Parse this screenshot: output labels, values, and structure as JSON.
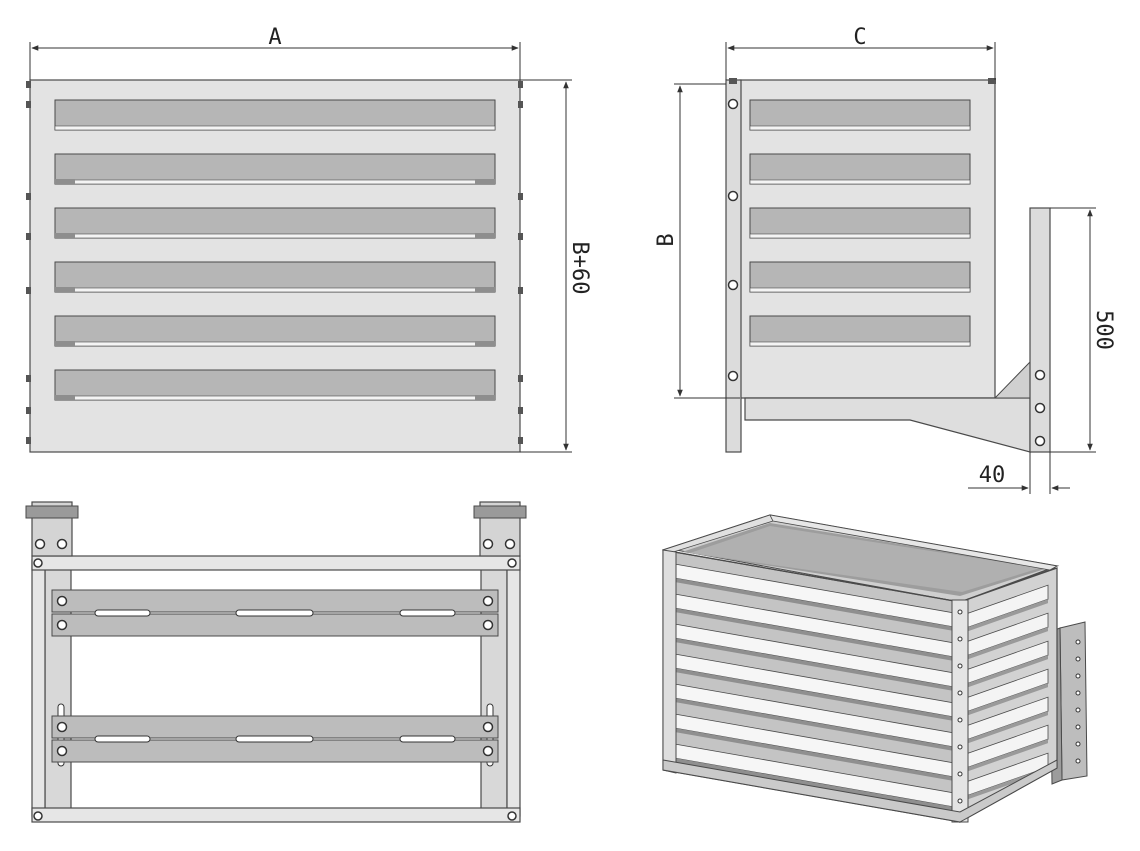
{
  "dimensions": {
    "front_width": "A",
    "front_height": "B+60",
    "side_depth": "C",
    "side_height": "B",
    "bracket_height": "500",
    "bracket_width": "40"
  },
  "colors": {
    "panel": "#e3e3e3",
    "slat": "#b6b6b6",
    "slat_light": "#f4f4f4",
    "outline": "#4a4a4a",
    "metal_dark": "#8e8e8e",
    "background": "#ffffff"
  },
  "views": {
    "front": {
      "slat_count": 6
    },
    "side": {
      "slat_count": 5
    },
    "rear": {
      "rail_pairs": 2
    },
    "isometric": {
      "slat_count": 7
    }
  }
}
